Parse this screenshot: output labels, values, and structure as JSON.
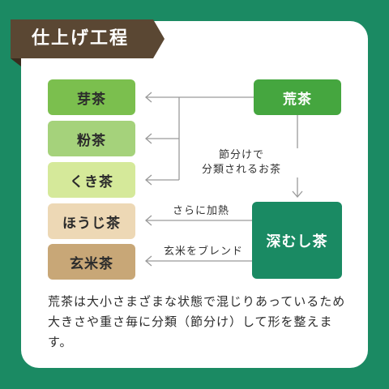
{
  "title": "仕上げ工程",
  "nodes": {
    "mecha": "芽茶",
    "konacha": "粉茶",
    "kukicha": "くき茶",
    "houjicha": "ほうじ茶",
    "genmaicha": "玄米茶",
    "aracha": "荒茶",
    "fukamushi": "深むし茶"
  },
  "labels": {
    "sort_line1": "節分けで",
    "sort_line2": "分類されるお茶",
    "sara": "さらに加熱",
    "genmai_blend": "玄米をブレンド"
  },
  "description": "荒茶は大小さまざまな状態で混じりあっているため大きさや重さ毎に分類（節分け）して形を整えます。",
  "colors": {
    "background": "#1b8a63",
    "banner": "#5a4733",
    "aracha": "#45a63f",
    "fukamushi": "#1a8a63",
    "mecha": "#7bbf4e",
    "konacha": "#a5d27b",
    "kukicha": "#d5e99a",
    "houjicha": "#edd8b5",
    "genmaicha": "#c8a777"
  }
}
